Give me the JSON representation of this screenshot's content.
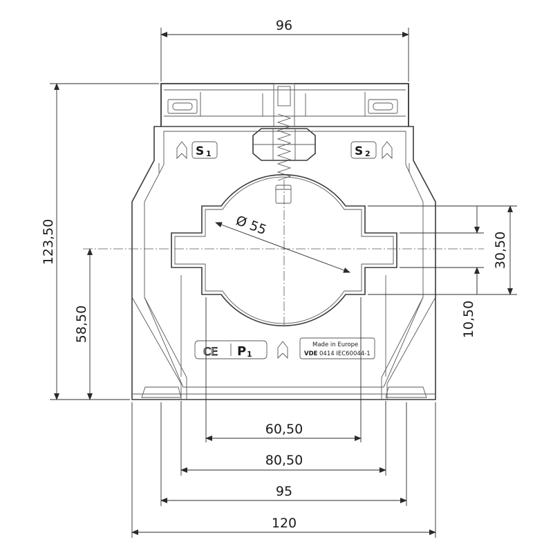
{
  "dimensions": {
    "top_width": "96",
    "height_total": "123,50",
    "height_center": "58,50",
    "window_height_outer": "30,50",
    "window_height_inner": "10,50",
    "diameter": "Ø 55",
    "width_6050": "60,50",
    "width_8050": "80,50",
    "width_95": "95",
    "width_120": "120"
  },
  "markings": {
    "s1_letter": "S",
    "s1_sub": "1",
    "s2_letter": "S",
    "s2_sub": "2",
    "ce": "CE",
    "p1_letter": "P",
    "p1_sub": "1",
    "label_line1": "Made in Europe",
    "label_line2_bold": "VDE",
    "label_line2_rest": "0414 IEC60044-1"
  },
  "colors": {
    "line": "#3a3a3a",
    "text": "#1a1a1a",
    "background": "#ffffff"
  }
}
